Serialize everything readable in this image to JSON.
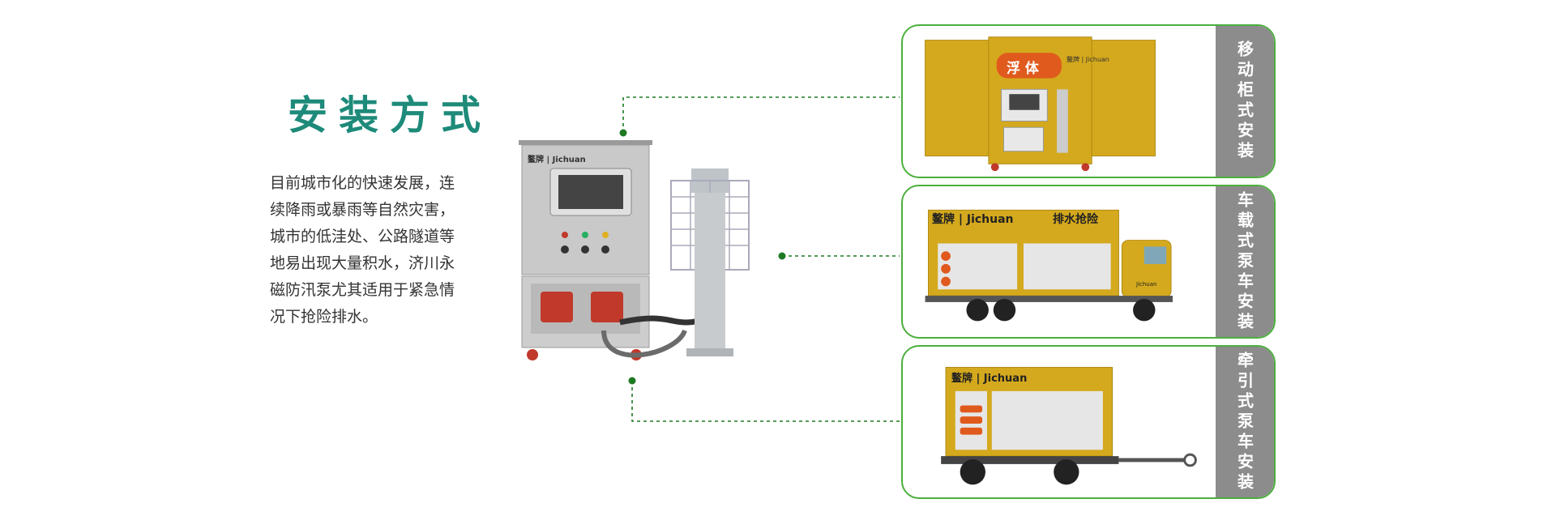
{
  "section": {
    "title": "安装方式",
    "description": [
      "目前城市化的快速发展，连",
      "续降雨或暴雨等自然灾害，",
      "城市的低洼处、公路隧道等",
      "地易出现大量积水，济川永",
      "磁防汛泵尤其适用于紧急情",
      "况下抢险排水。"
    ]
  },
  "cabinet": {
    "brand": "鳌牌 | Jichuan"
  },
  "cards": [
    {
      "label": "移动柜式安装",
      "float_text": "浮 体",
      "brand": "鳌牌 | Jichuan"
    },
    {
      "label": "车载式泵车安装",
      "brand": "鳌牌 | Jichuan",
      "slogan": "排水抢险",
      "cab_brand": "Jichuan"
    },
    {
      "label": "牵引式泵车安装",
      "brand": "鳌牌 | Jichuan"
    }
  ],
  "colors": {
    "title": "#1e8a7a",
    "card_border": "#4caf3d",
    "side_label_bg": "#8c8c8c",
    "connector": "#1e7a22",
    "cabinet_yellow": "#d4a91d"
  }
}
